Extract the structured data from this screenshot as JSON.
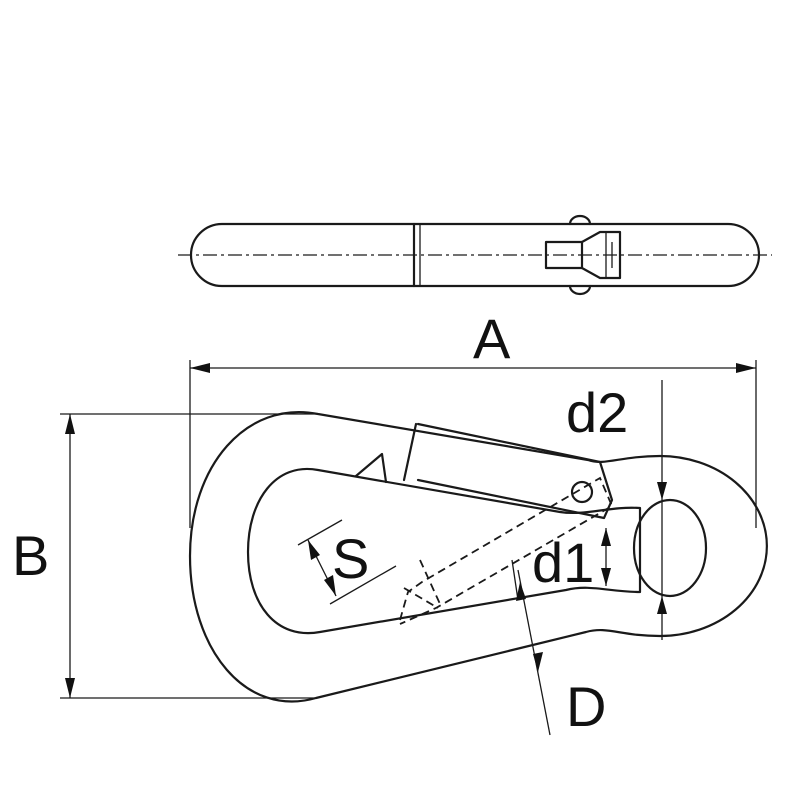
{
  "labels": {
    "A": "A",
    "B": "B",
    "S": "S",
    "d1": "d1",
    "d2": "d2",
    "D": "D"
  }
}
